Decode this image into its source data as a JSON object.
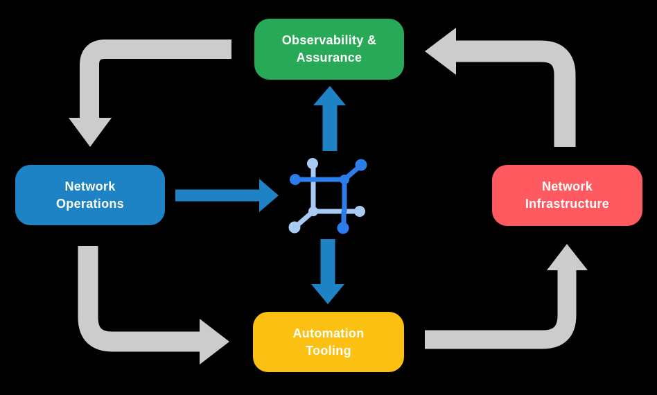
{
  "colors": {
    "background": "#000000",
    "gray_arrow": "#cccccc",
    "blue_arrow": "#1e83c5",
    "icon_dark_blue": "#2b7de9",
    "icon_light_blue": "#a9cbf3",
    "text": "#ffffff",
    "node_green": "#27a958",
    "node_blue": "#1e83c5",
    "node_red": "#ff5a5f",
    "node_yellow": "#fcc013"
  },
  "nodes": {
    "observability": {
      "line1": "Observability &",
      "line2": "Assurance",
      "color": "#27a958"
    },
    "operations": {
      "line1": "Network",
      "line2": "Operations",
      "color": "#1e83c5"
    },
    "infrastructure": {
      "line1": "Network",
      "line2": "Infrastructure",
      "color": "#ff5a5f"
    },
    "tooling": {
      "line1": "Automation",
      "line2": "Tooling",
      "color": "#fcc013"
    }
  },
  "icon": {
    "name": "network-mesh-icon"
  }
}
